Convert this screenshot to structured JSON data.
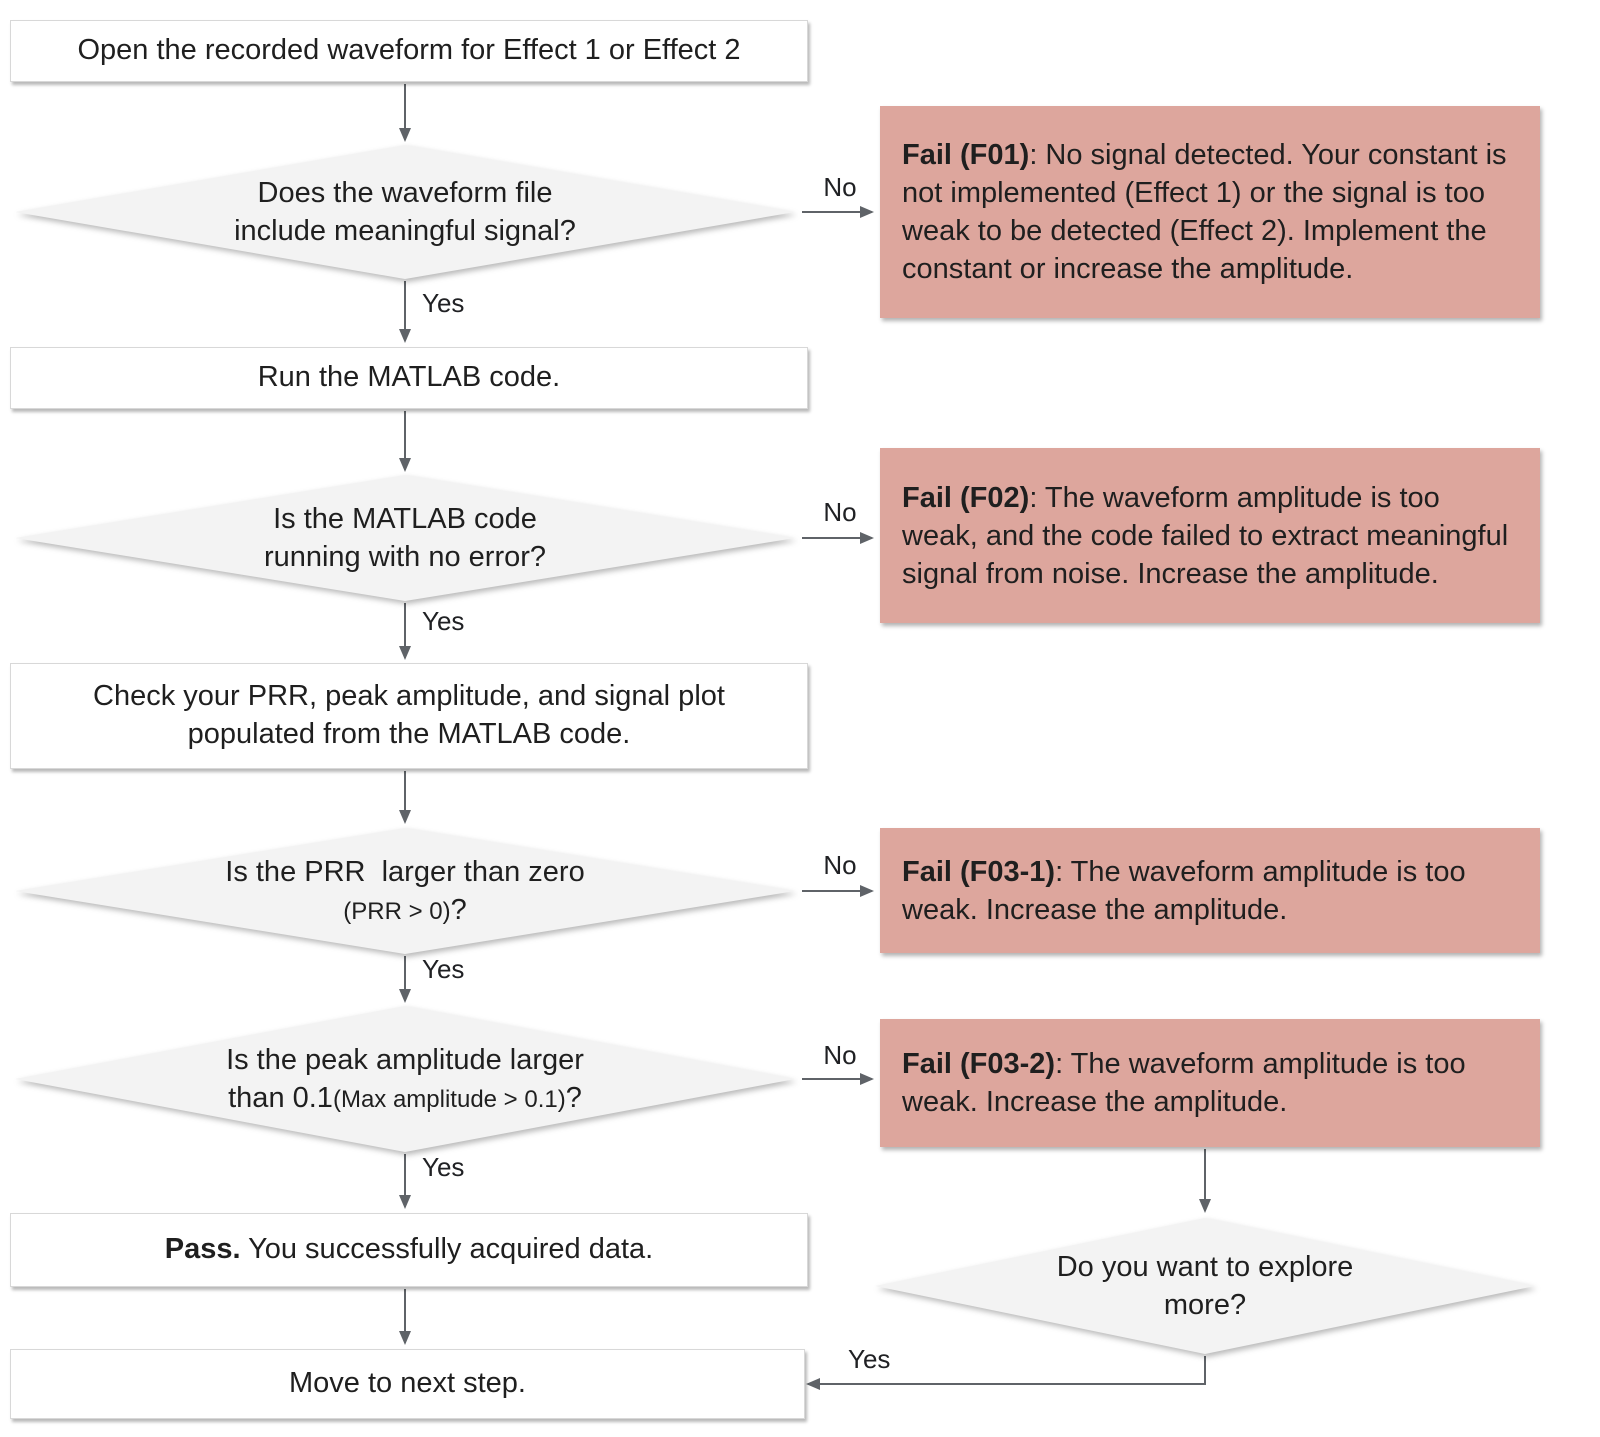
{
  "nodes": {
    "start": {
      "label": "Open the recorded waveform for Effect 1 or Effect 2"
    },
    "decision_signal": {
      "line1": "Does the waveform file",
      "line2": "include meaningful signal?"
    },
    "fail_f01": {
      "title": "Fail (F01)",
      "body": ": No signal detected. Your constant is not implemented (Effect 1) or the signal is too weak to be detected (Effect 2). Implement the constant or increase the amplitude."
    },
    "run_code": {
      "label": "Run the MATLAB code."
    },
    "decision_error": {
      "line1": "Is the MATLAB code",
      "line2": "running with no error?"
    },
    "fail_f02": {
      "title": "Fail (F02)",
      "body": ": The waveform amplitude is too weak, and the code failed to extract meaningful signal from noise. Increase the amplitude."
    },
    "check_outputs": {
      "label": "Check your PRR, peak amplitude, and signal plot populated from the MATLAB code."
    },
    "decision_prr": {
      "line1": "Is the PRR  larger than zero",
      "line2_small": "(PRR > 0)",
      "line2_suffix": "?"
    },
    "fail_f03_1": {
      "title": "Fail (F03-1)",
      "body": ": The waveform amplitude is too weak. Increase the amplitude."
    },
    "decision_peak": {
      "line1": "Is the peak amplitude larger",
      "line2_normal": "than 0.1",
      "line2_small": "(Max amplitude > 0.1)",
      "line2_suffix": "?"
    },
    "fail_f03_2": {
      "title": "Fail (F03-2)",
      "body": ": The waveform amplitude is too weak. Increase the amplitude."
    },
    "pass": {
      "title": "Pass.",
      "body": " You successfully acquired data."
    },
    "move_next": {
      "label": "Move to next step."
    },
    "decision_explore": {
      "line1": "Do you want to explore",
      "line2": "more?"
    }
  },
  "edges": {
    "yes_label": "Yes",
    "no_label": "No"
  },
  "colors": {
    "fail_box_bg": "#dda69d",
    "decision_bg": "#f3f3f3",
    "process_bg": "#ffffff",
    "process_border": "#d8d8d8",
    "connector": "#5f6368",
    "text": "#1f1f1f"
  }
}
